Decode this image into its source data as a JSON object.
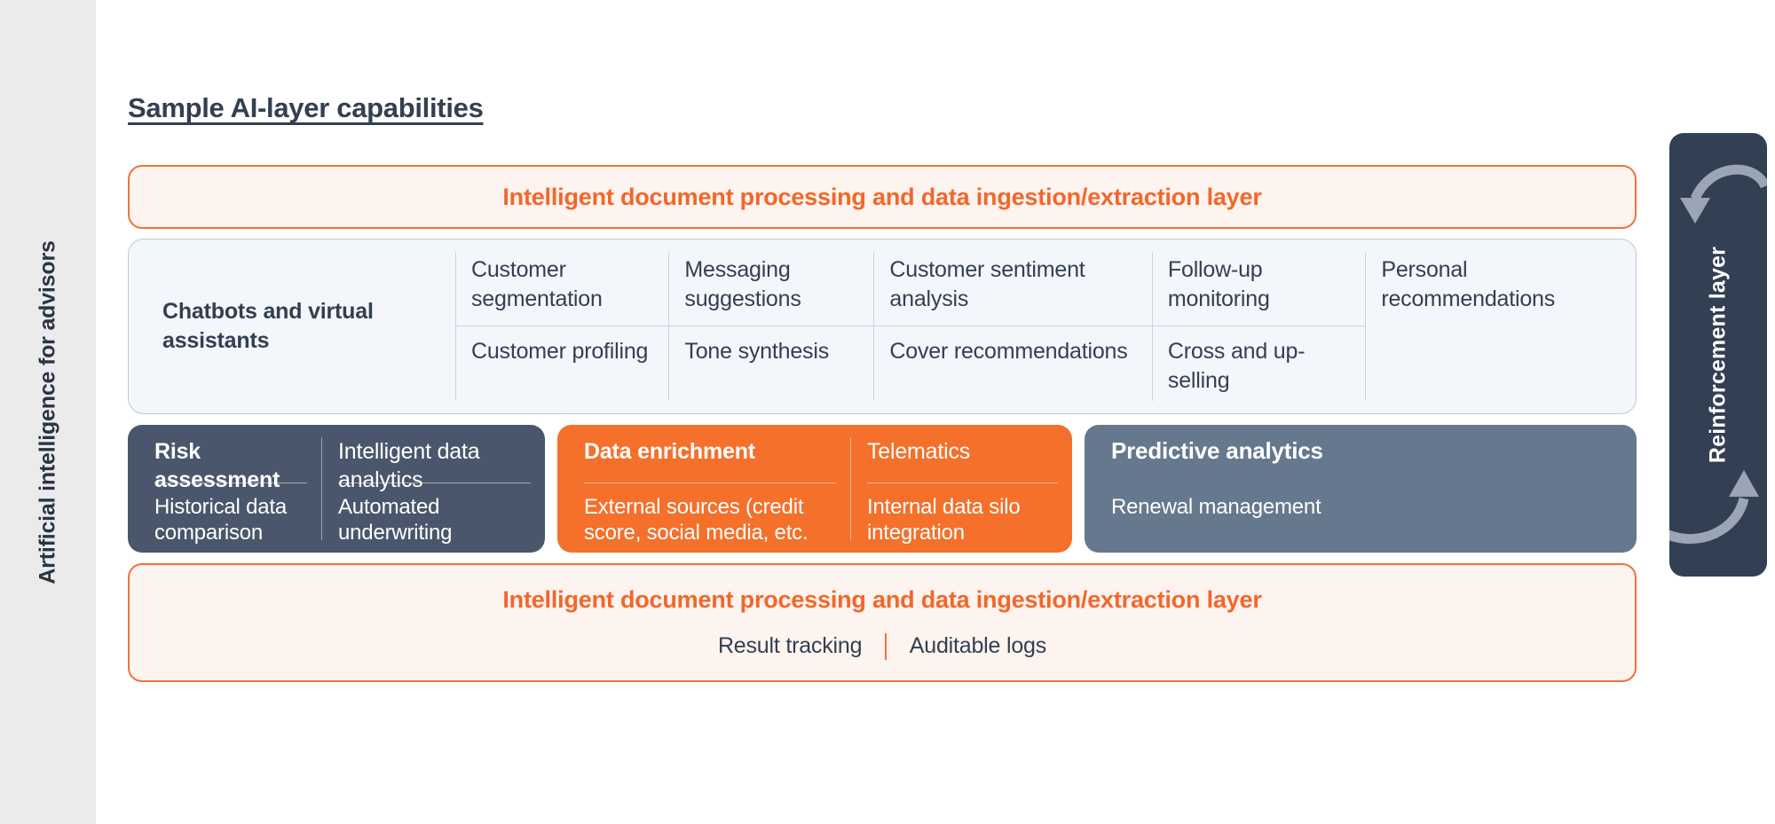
{
  "left_rail": {
    "label": "Artificial intelligence for advisors"
  },
  "page_title": "Sample AI-layer capabilities",
  "top_band": {
    "title": "Intelligent document processing and data ingestion/extraction layer"
  },
  "chatbot_card": {
    "label": "Chatbots and virtual assistants",
    "capabilities_row1": [
      "Customer segmentation",
      "Messaging suggestions",
      "Customer sentiment analysis",
      "Follow-up monitoring",
      "Personal recommendations"
    ],
    "capabilities_row2": [
      "Customer profiling",
      "Tone synthesis",
      "Cover recommendations",
      "Cross and up-selling",
      ""
    ]
  },
  "cards": [
    {
      "id": "risk-assessment",
      "head_left": "Risk assessment",
      "sub_left": "Historical data comparison",
      "head_right": "Intelligent data analytics",
      "sub_right": "Automated underwriting",
      "color": "#4a566b"
    },
    {
      "id": "data-enrichment",
      "head_left": "Data enrichment",
      "sub_left": "External sources (credit score, social media, etc.",
      "head_right": "Telematics",
      "sub_right": "Internal data silo integration",
      "color": "#f4702b"
    },
    {
      "id": "predictive-analytics",
      "head": "Predictive analytics",
      "sub": "Renewal management",
      "color": "#66788d"
    }
  ],
  "bottom_band": {
    "title": "Intelligent document processing and data ingestion/extraction layer",
    "items": [
      "Result tracking",
      "Auditable logs"
    ]
  },
  "reinforcement": {
    "label": "Reinforcement layer",
    "arrow_top": "curved-arrow-down-icon",
    "arrow_bottom": "curved-arrow-up-icon"
  },
  "colors": {
    "orange": "#f2672a",
    "orange_border": "#f2713c",
    "orange_fill": "#fdf3ef",
    "navy": "#333f52",
    "slate_dark": "#4a566b",
    "slate_mid": "#66788d",
    "card_blue": "#f3f6fa",
    "rail_gray": "#ebebeb"
  }
}
